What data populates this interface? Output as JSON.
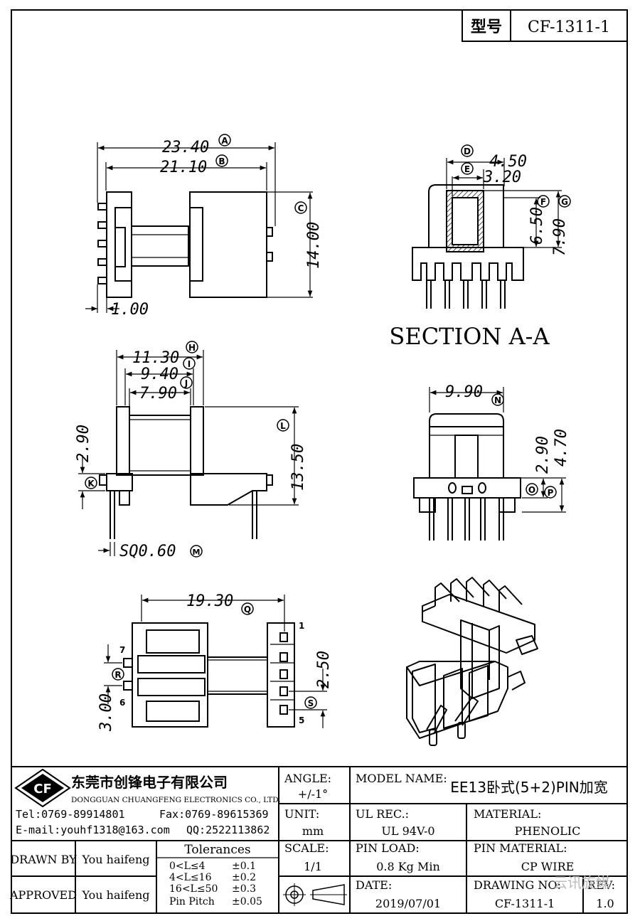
{
  "header": {
    "model_label": "型号",
    "model_value": "CF-1311-1"
  },
  "dims": {
    "a": "23.40",
    "b": "21.10",
    "c_v": "14.00",
    "thk": "1.00",
    "d": "4.50",
    "e": "3.20",
    "f": "6.50",
    "g": "7.90",
    "h": "11.30",
    "i": "9.40",
    "j": "7.90",
    "k": "2.90",
    "l": "13.50",
    "m": "SQ0.60",
    "n": "9.90",
    "o": "2.90",
    "p": "4.70",
    "q": "19.30",
    "r": "3.00",
    "s": "2.50"
  },
  "markers": {
    "a": "A",
    "b": "B",
    "c": "C",
    "d": "D",
    "e": "E",
    "f": "F",
    "g": "G",
    "h": "H",
    "i": "I",
    "j": "J",
    "k": "K",
    "l": "L",
    "m": "M",
    "n": "N",
    "o": "O",
    "p": "P",
    "q": "Q",
    "r": "R",
    "s": "S"
  },
  "section_label": "SECTION A-A",
  "pin_labels": {
    "p1": "1",
    "p5": "5",
    "p6": "6",
    "p7": "7"
  },
  "company": {
    "logo": "CF",
    "name_cn": "东莞市创锋电子有限公司",
    "name_en": "DONGGUAN CHUANGFENG ELECTRONICS CO., LTD.",
    "tel": "Tel:0769-89914801",
    "fax": "Fax:0769-89615369",
    "email": "E-mail:youhf1318@163.com",
    "qq": "QQ:2522113862"
  },
  "title_block": {
    "angle_label": "ANGLE:",
    "angle_value": "+/-1°",
    "model_name_label": "MODEL NAME:",
    "model_name_value": "EE13卧式(5+2)PIN加宽",
    "unit_label": "UNIT:",
    "unit_value": "mm",
    "ul_label": "UL REC.:",
    "ul_value": "UL 94V-0",
    "material_label": "MATERIAL:",
    "material_value": "PHENOLIC",
    "drawn_label": "DRAWN BY",
    "drawn_value": "You haifeng",
    "approved_label": "APPROVED",
    "approved_value": "You haifeng",
    "tolerances_label": "Tolerances",
    "tolerances": [
      {
        "range": "0<L≤4",
        "tol": "±0.1"
      },
      {
        "range": "4<L≤16",
        "tol": "±0.2"
      },
      {
        "range": "16<L≤50",
        "tol": "±0.3"
      },
      {
        "range": "Pin Pitch",
        "tol": "±0.05"
      }
    ],
    "scale_label": "SCALE:",
    "scale_value": "1/1",
    "pin_load_label": "PIN LOAD:",
    "pin_load_value": "0.8 Kg Min",
    "pin_material_label": "PIN MATERIAL:",
    "pin_material_value": "CP WIRE",
    "date_label": "DATE:",
    "date_value": "2019/07/01",
    "drawing_no_label": "DRAWING NO:",
    "drawing_no_value": "CF-1311-1",
    "rev_label": "REV:",
    "rev_value": "1.0"
  },
  "watermark": "云讯旋媒"
}
